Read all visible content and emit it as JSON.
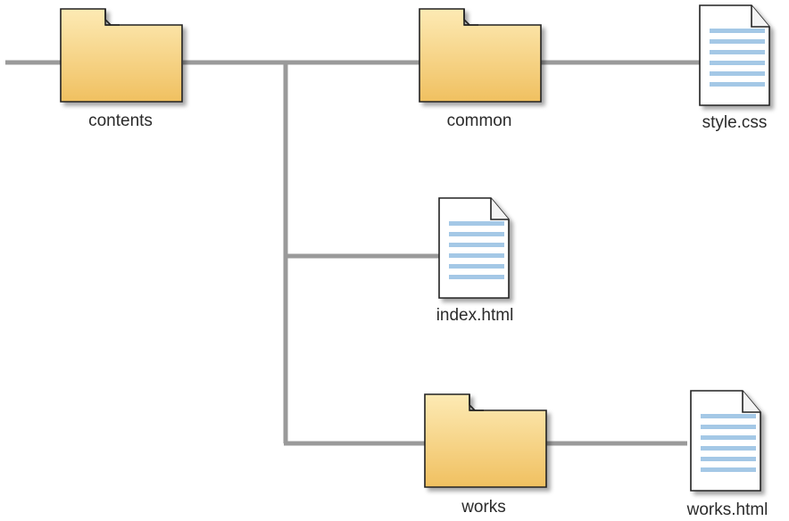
{
  "tree": {
    "root": {
      "label": "contents",
      "icon": "folder-icon"
    },
    "common": {
      "label": "common",
      "icon": "folder-icon"
    },
    "style": {
      "label": "style.css",
      "icon": "document-icon"
    },
    "index": {
      "label": "index.html",
      "icon": "document-icon"
    },
    "works": {
      "label": "works",
      "icon": "folder-icon"
    },
    "works_html": {
      "label": "works.html",
      "icon": "document-icon"
    }
  },
  "colors": {
    "connector": "#9a9a9a",
    "folder_fill": "#f3c972",
    "folder_light": "#fdeab4",
    "document_lines": "#a4c8e6",
    "outline": "#222222"
  }
}
